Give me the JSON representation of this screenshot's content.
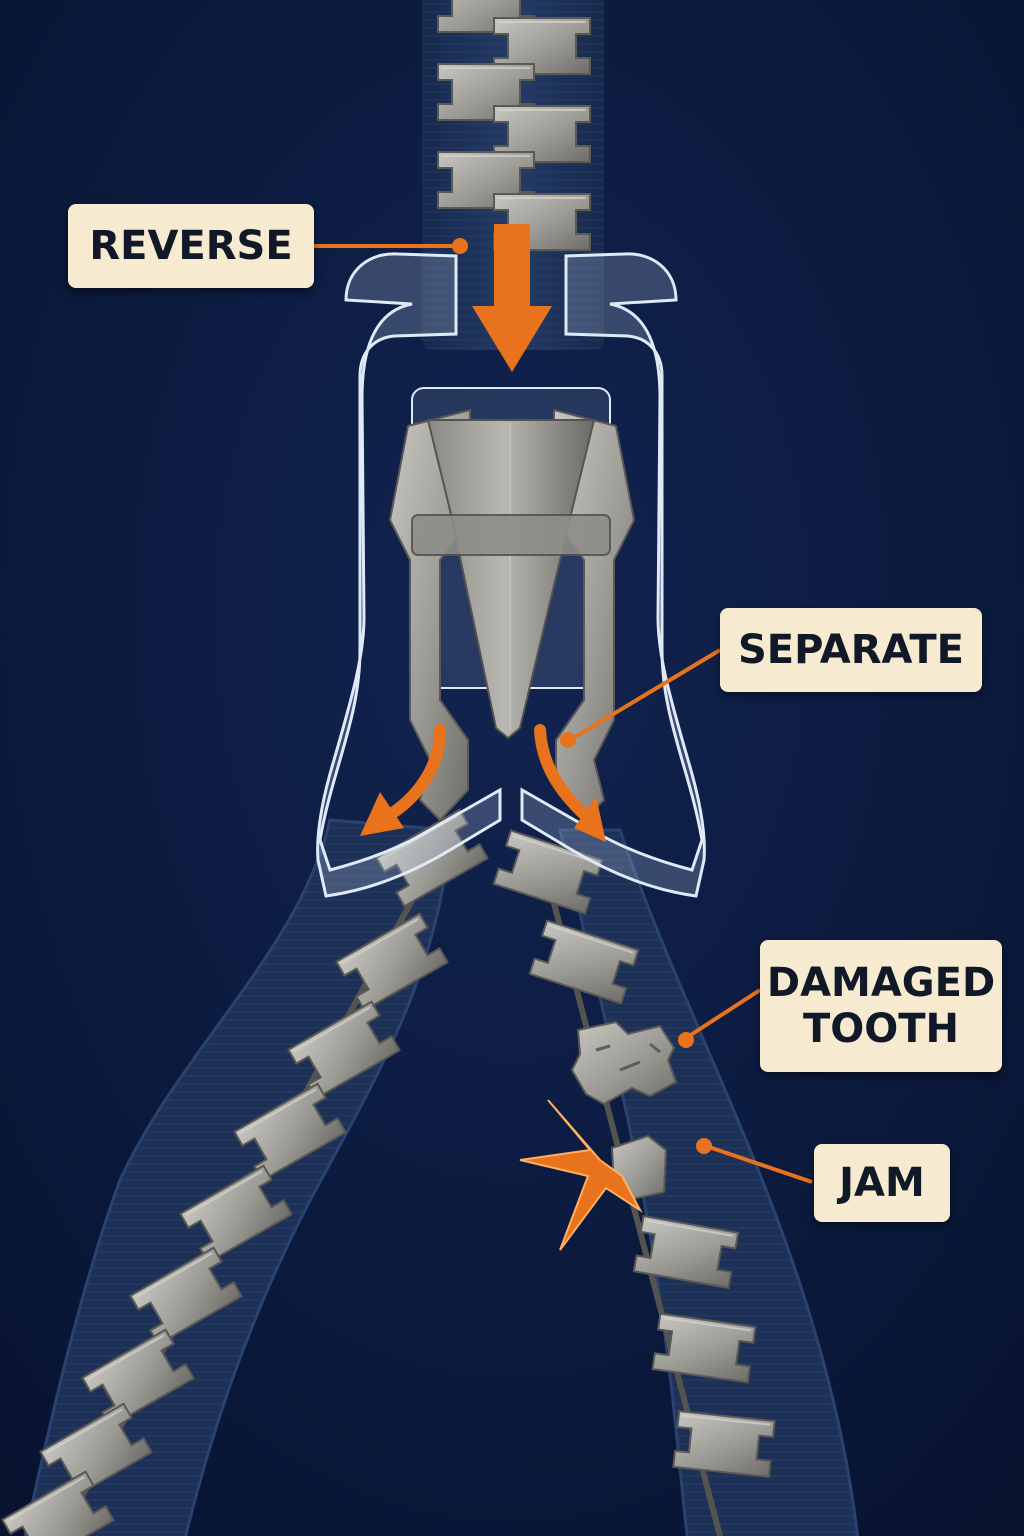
{
  "labels": {
    "reverse": "REVERSE",
    "separate": "SEPARATE",
    "damaged_line1": "DAMAGED",
    "damaged_line2": "TOOTH",
    "jam": "JAM"
  },
  "colors": {
    "background": "#0b1a3a",
    "tape": "#1e3258",
    "tape_stitch": "#2c4370",
    "tooth_metal": "#9a9894",
    "tooth_highlight": "#bdbbb6",
    "slider_metal": "#8f8d88",
    "slider_clear": "#c7d3e6",
    "accent_orange": "#e8731c",
    "label_bg": "#f6ead0",
    "label_text": "#111827"
  },
  "icons": {
    "arrows": "orange-arrow-icon",
    "jam_burst": "burst-icon",
    "slider": "zipper-slider-icon"
  }
}
